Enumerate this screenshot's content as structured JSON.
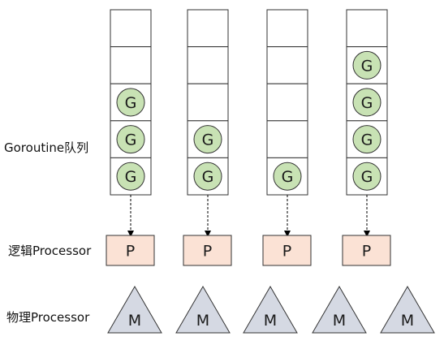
{
  "labels": {
    "goroutine_queue": "Goroutine队列",
    "logical_processor": "逻辑Processor",
    "physical_processor": "物理Processor"
  },
  "goroutine_label": "G",
  "p_label": "P",
  "m_label": "M",
  "queues": [
    {
      "slots": 5,
      "goroutines": 3
    },
    {
      "slots": 5,
      "goroutines": 2
    },
    {
      "slots": 5,
      "goroutines": 1
    },
    {
      "slots": 5,
      "goroutines": 4
    }
  ],
  "logical_processor_count": 4,
  "physical_processor_count": 5,
  "colors": {
    "goroutine_fill": "#c8e2b4",
    "p_fill": "#fbe2d5",
    "m_fill": "#d5d9e3",
    "stroke": "#333333"
  }
}
